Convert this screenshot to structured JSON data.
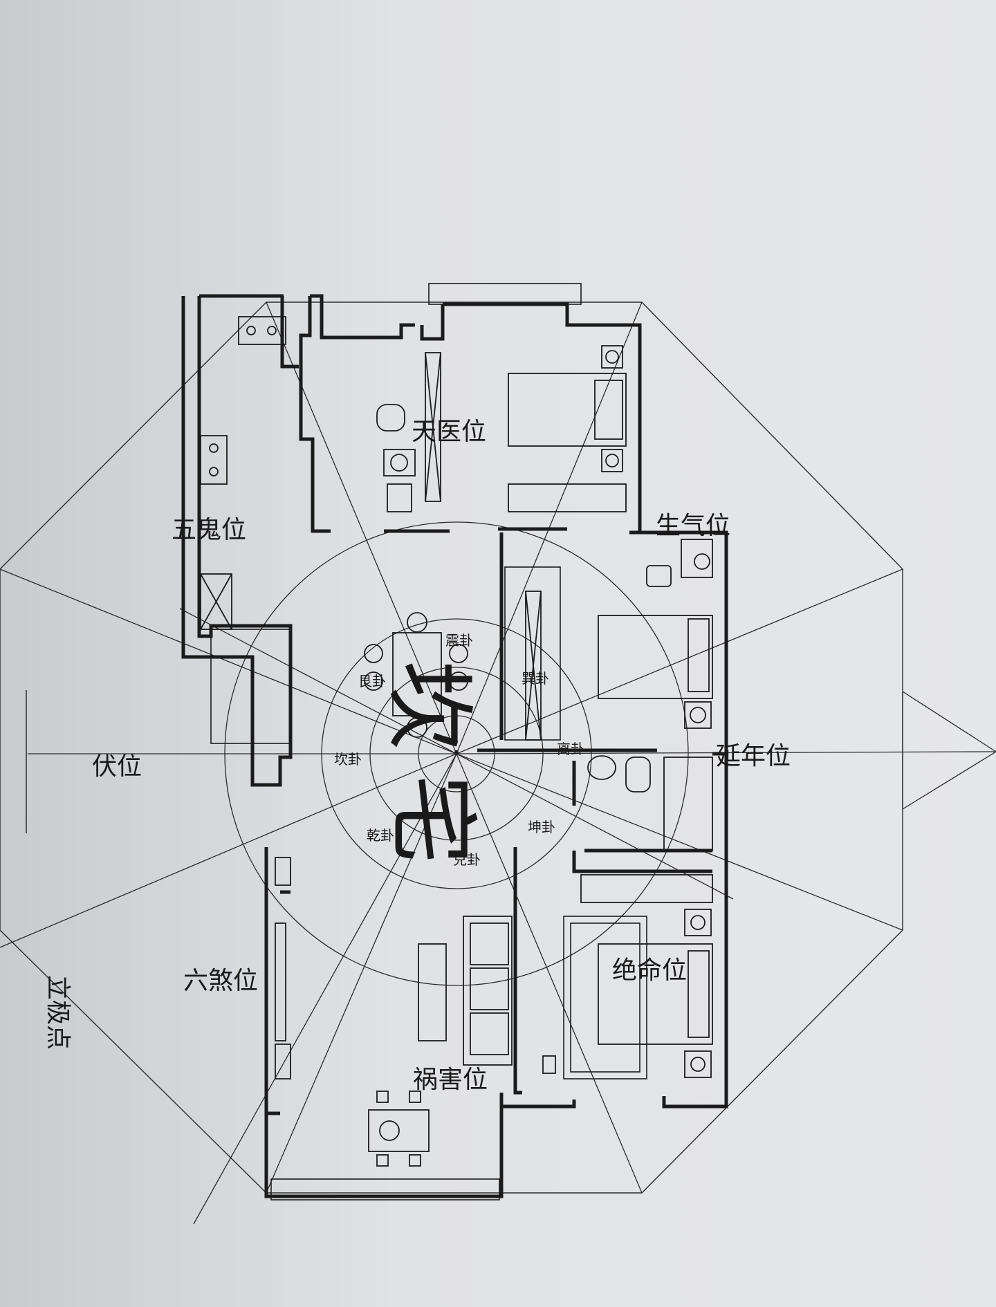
{
  "positions": {
    "tianyi": "天医位",
    "wugui": "五鬼位",
    "shengqi": "生气位",
    "fuwei": "伏位",
    "yannian": "延年位",
    "liusha": "六煞位",
    "jueming": "绝命位",
    "huohai": "祸害位",
    "liji": "立极点"
  },
  "trigrams": {
    "zhen": "震卦",
    "gen": "艮卦",
    "xun": "巽卦",
    "kan_inner": "坎卦",
    "li": "离卦",
    "qian": "乾卦",
    "kun": "坤卦",
    "dui": "兑卦"
  },
  "house": {
    "seat_char": "坎",
    "house_char": "宅"
  }
}
